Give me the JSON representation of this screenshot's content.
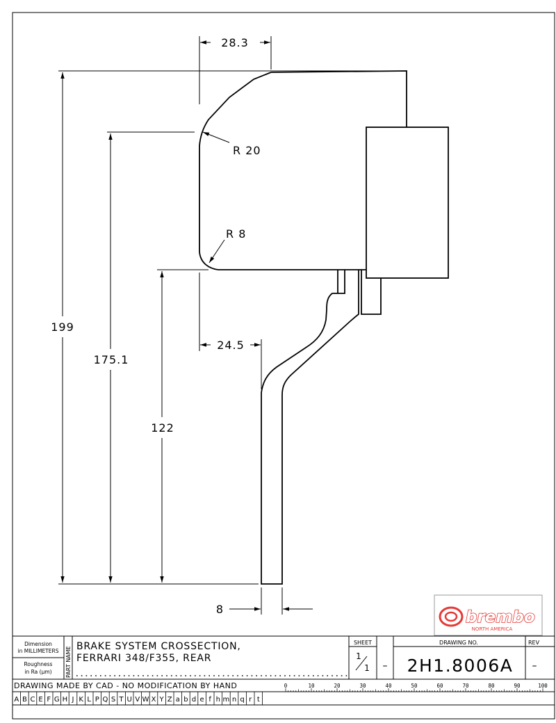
{
  "dimensions": {
    "top_width": "28.3",
    "radius_large": "R 20",
    "radius_small": "R 8",
    "offset_width": "24.5",
    "height_total": "199",
    "height_mid": "175.1",
    "height_low": "122",
    "thickness": "8"
  },
  "logo": {
    "brand": "brembo",
    "subtitle": "NORTH AMERICA"
  },
  "title_block": {
    "dimension_label_1": "Dimension",
    "dimension_label_2": "in MILLIMETERS",
    "roughness_label_1": "Roughness",
    "roughness_label_2": "in Ra (µm)",
    "part_name_label": "PART NAME",
    "part_name_line1": "BRAKE SYSTEM CROSSECTION,",
    "part_name_line2": "FERRARI 348/F355, REAR",
    "sheet_label": "SHEET",
    "sheet_num": "1",
    "sheet_total": "1",
    "dash": "–",
    "drawing_no_label": "DRAWING NO.",
    "drawing_no": "2H1.8006A",
    "rev_label": "REV",
    "rev_value": "–",
    "note": "DRAWING MADE BY CAD - NO MODIFICATION BY HAND",
    "scale_ticks": [
      "0",
      "10",
      "20",
      "30",
      "40",
      "50",
      "60",
      "70",
      "80",
      "90",
      "100"
    ],
    "letters": [
      "A",
      "B",
      "C",
      "E",
      "F",
      "G",
      "H",
      "J",
      "K",
      "L",
      "P",
      "Q",
      "S",
      "T",
      "U",
      "V",
      "W",
      "X",
      "Y",
      "Z",
      "a",
      "b",
      "d",
      "e",
      "f",
      "h",
      "m",
      "n",
      "q",
      "r",
      "t"
    ]
  }
}
